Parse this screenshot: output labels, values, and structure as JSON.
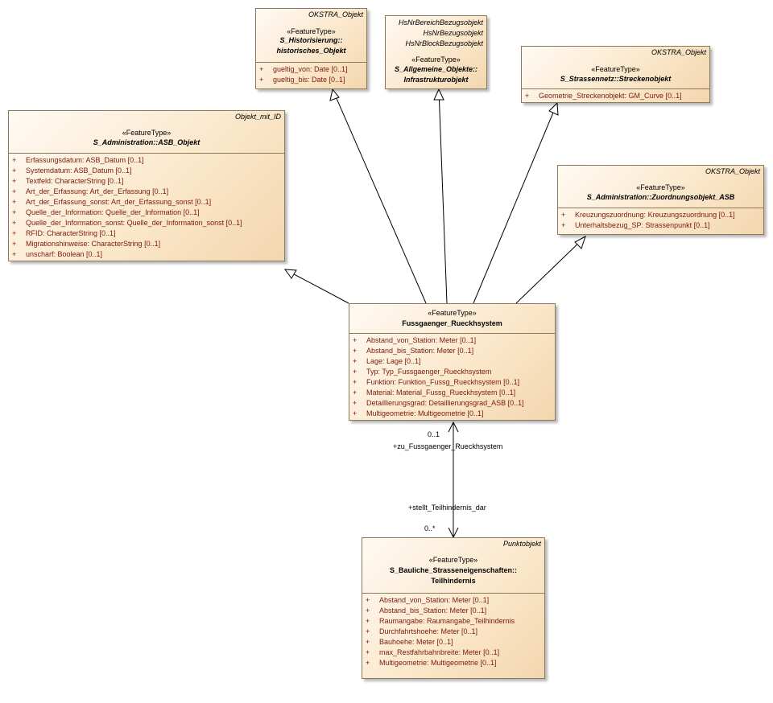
{
  "classes": {
    "historisiert": {
      "parent": "OKSTRA_Objekt",
      "stereotype": "«FeatureType»",
      "name_1": "S_Historisierung::",
      "name_2": "historisches_Objekt",
      "attributes": [
        "gueltig_von: Date [0..1]",
        "gueltig_bis: Date [0..1]"
      ]
    },
    "allgemeine": {
      "parents": [
        "HsNrBereichBezugsobjekt",
        "HsNrBezugsobjekt",
        "HsNrBlockBezugsobjekt"
      ],
      "stereotype": "«FeatureType»",
      "name_1": "S_Allgemeine_Objekte::",
      "name_2": "Infrastrukturobjekt"
    },
    "strecke": {
      "parent": "OKSTRA_Objekt",
      "stereotype": "«FeatureType»",
      "name_1": "S_Strassennetz::Streckenobjekt",
      "attributes": [
        "Geometrie_Streckenobjekt: GM_Curve [0..1]"
      ]
    },
    "asb": {
      "parent": "Objekt_mit_ID",
      "stereotype": "«FeatureType»",
      "name_1": "S_Administration::ASB_Objekt",
      "attributes": [
        "Erfassungsdatum: ASB_Datum [0..1]",
        "Systemdatum: ASB_Datum [0..1]",
        "Textfeld: CharacterString [0..1]",
        "Art_der_Erfassung: Art_der_Erfassung [0..1]",
        "Art_der_Erfassung_sonst: Art_der_Erfassung_sonst [0..1]",
        "Quelle_der_Information: Quelle_der_Information [0..1]",
        "Quelle_der_Information_sonst: Quelle_der_Information_sonst [0..1]",
        "RFID: CharacterString [0..1]",
        "Migrationshinweise: CharacterString [0..1]",
        "unscharf: Boolean [0..1]"
      ]
    },
    "zuordnung": {
      "parent": "OKSTRA_Objekt",
      "stereotype": "«FeatureType»",
      "name_1": "S_Administration::Zuordnungsobjekt_ASB",
      "attributes": [
        "Kreuzungszuordnung: Kreuzungszuordnung [0..1]",
        "Unterhaltsbezug_SP: Strassenpunkt [0..1]"
      ]
    },
    "fussgaenger": {
      "stereotype": "«FeatureType»",
      "name_1": "Fussgaenger_Rueckhsystem",
      "attributes": [
        "Abstand_von_Station: Meter [0..1]",
        "Abstand_bis_Station: Meter [0..1]",
        "Lage: Lage [0..1]",
        "Typ: Typ_Fussgaenger_Rueckhsystem",
        "Funktion: Funktion_Fussg_Rueckhsystem [0..1]",
        "Material: Material_Fussg_Rueckhsystem [0..1]",
        "Detaillierungsgrad: Detaillierungsgrad_ASB [0..1]",
        "Multigeometrie: Multigeometrie [0..1]"
      ]
    },
    "teilhindernis": {
      "parent": "Punktobjekt",
      "stereotype": "«FeatureType»",
      "name_1": "S_Bauliche_Strasseneigenschaften::",
      "name_2": "Teilhindernis",
      "attributes": [
        "Abstand_von_Station: Meter [0..1]",
        "Abstand_bis_Station: Meter [0..1]",
        "Raumangabe: Raumangabe_Teilhindernis",
        "Durchfahrtshoehe: Meter [0..1]",
        "Bauhoehe: Meter [0..1]",
        "max_Restfahrbahnbreite: Meter [0..1]",
        "Multigeometrie: Multigeometrie [0..1]"
      ]
    }
  },
  "visibility_marker": "+",
  "association": {
    "upper_multiplicity": "0..1",
    "upper_role": "+zu_Fussgaenger_Rueckhsystem",
    "lower_role": "+stellt_Teilhindernis_dar",
    "lower_multiplicity": "0..*"
  },
  "colors": {
    "attribute_text": "#7a1a0a",
    "class_fill": "#fbe8cc",
    "border": "#8a7a5e"
  }
}
